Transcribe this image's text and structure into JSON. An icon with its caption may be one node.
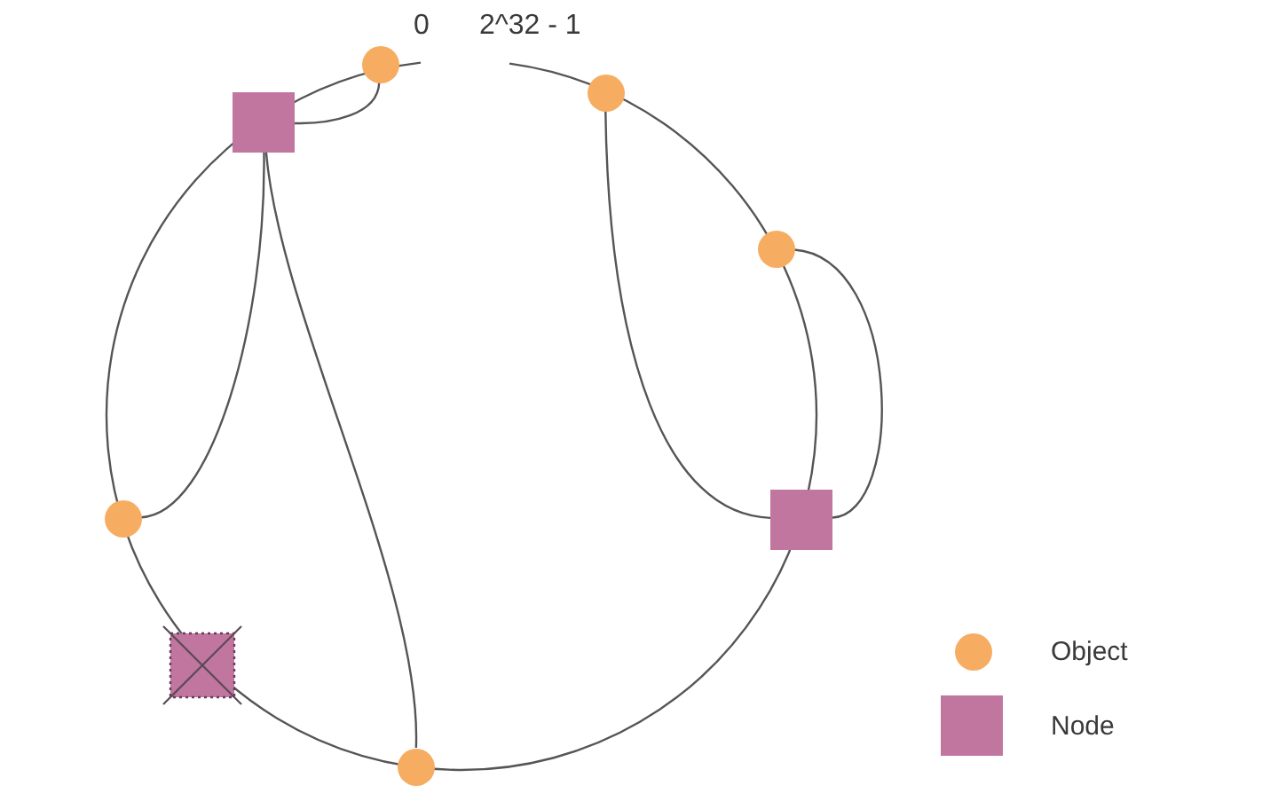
{
  "diagram": {
    "nodes": [
      {
        "text": [],
        "shape": "circle"
      },
      {
        "text": [],
        "shape": "circle"
      },
      {
        "text": [],
        "shape": "box"
      },
      {
        "text": [],
        "shape": "circle"
      },
      {
        "text": [],
        "shape": "box"
      },
      {
        "text": [],
        "shape": "circle"
      },
      {
        "text": [],
        "shape": "box"
      },
      {
        "text": [],
        "shape": "circle"
      }
    ],
    "edges": [
      {
        "from": 0,
        "to": 2,
        "arrow": "none"
      },
      {
        "from": 1,
        "to": 4,
        "arrow": "none"
      },
      {
        "from": 3,
        "to": 4,
        "arrow": "none"
      },
      {
        "from": 5,
        "to": 2,
        "arrow": "none"
      },
      {
        "from": 7,
        "to": 2,
        "arrow": "none"
      }
    ],
    "labels": [
      "0",
      "2^32 - 1"
    ],
    "legend": [
      {
        "text": "Object",
        "color": "#f6ad62"
      },
      {
        "text": "Node",
        "color": "#c0769f"
      }
    ]
  }
}
